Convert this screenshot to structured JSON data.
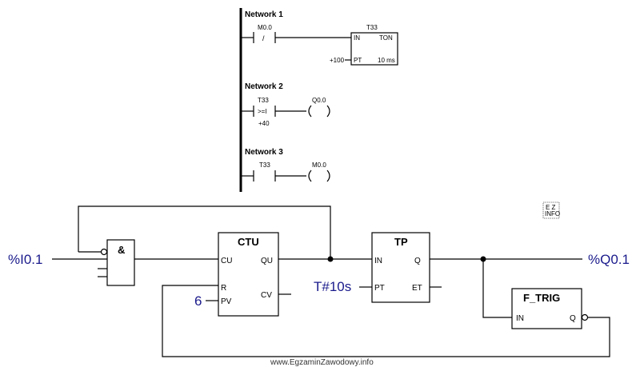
{
  "ladder": {
    "network1": {
      "title": "Network 1",
      "contact_address": "M0.0",
      "contact_symbol": "/",
      "timer_name": "T33",
      "timer_in": "IN",
      "timer_type": "TON",
      "timer_pt_value": "+100",
      "timer_pt": "PT",
      "timer_base": "10 ms"
    },
    "network2": {
      "title": "Network 2",
      "compare_operand": "T33",
      "compare_op": ">=I",
      "compare_value": "+40",
      "coil_address": "Q0.0"
    },
    "network3": {
      "title": "Network 3",
      "contact_address": "T33",
      "coil_address": "M0.0"
    }
  },
  "fbd": {
    "input_label": "%I0.1",
    "output_label": "%Q0.1",
    "and_gate": {
      "symbol": "&"
    },
    "ctu": {
      "title": "CTU",
      "cu": "CU",
      "r": "R",
      "pv": "PV",
      "qu": "QU",
      "cv": "CV",
      "preset_value": "6"
    },
    "tp": {
      "title": "TP",
      "in": "IN",
      "pt": "PT",
      "q": "Q",
      "et": "ET",
      "time_value": "T#10s"
    },
    "ftrig": {
      "title": "F_TRIG",
      "in": "IN",
      "q": "Q"
    }
  },
  "watermark": {
    "logo_text": "E Z INFO"
  },
  "footer": {
    "site": "www.EgzaminZawodowy.info"
  }
}
